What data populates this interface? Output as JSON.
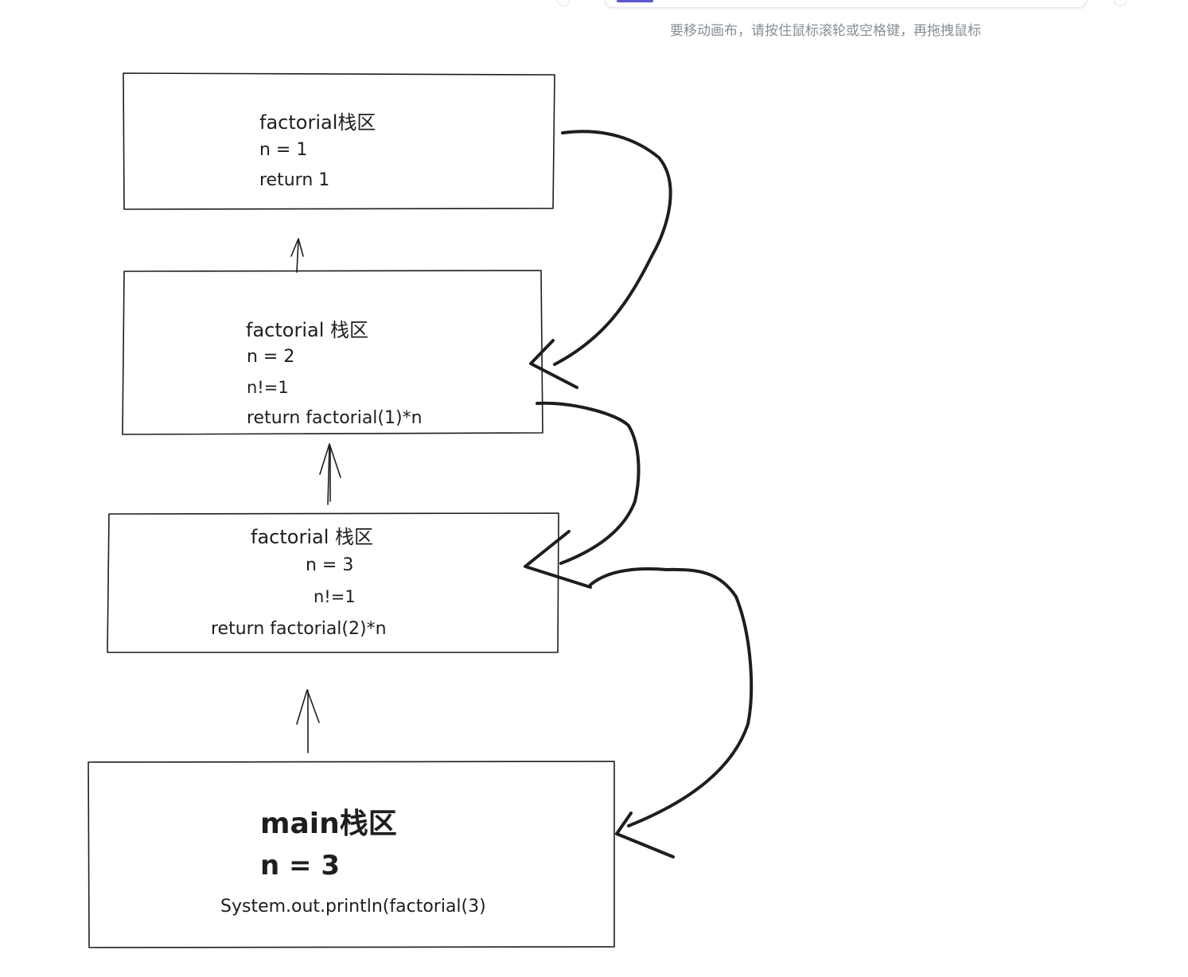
{
  "canvas": {
    "hint_text": "要移动画布，请按住鼠标滚轮或空格键，再拖拽鼠标"
  },
  "frames": {
    "f1": {
      "title": "factorial栈区",
      "line1": "n = 1",
      "line2": "return 1"
    },
    "f2": {
      "title": "factorial 栈区",
      "line1": "n = 2",
      "line2": "n!=1",
      "line3": "return factorial(1)*n"
    },
    "f3": {
      "title": "factorial 栈区",
      "line1": "n = 3",
      "line2": "n!=1",
      "line3": "return factorial(2)*n"
    },
    "main": {
      "title": "main栈区",
      "line1": "n = 3",
      "line2": "System.out.println(factorial(3)"
    }
  },
  "colors": {
    "stroke": "#1e1e1e",
    "hint": "#868e96",
    "accent": "#5b57d1"
  }
}
